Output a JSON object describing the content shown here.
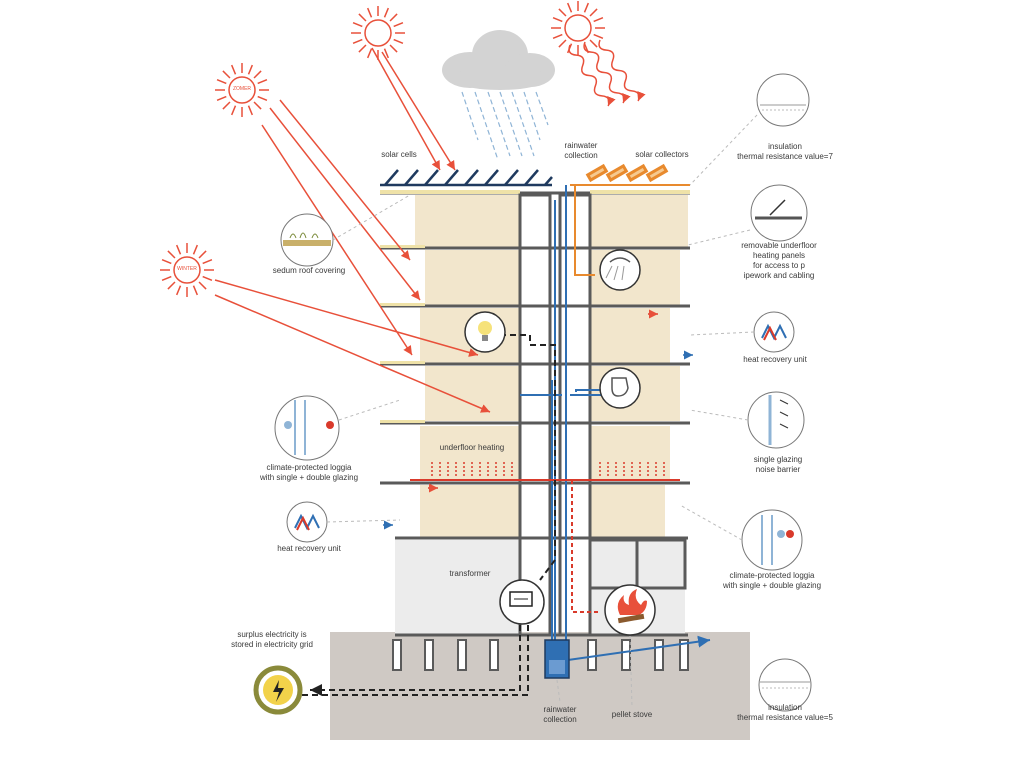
{
  "labels": {
    "solar_cells": "solar cells",
    "rainwater_collection_top": [
      "rainwater",
      "collection"
    ],
    "solar_collectors": "solar collectors",
    "insulation_top": [
      "insulation",
      "thermal resistance value=7"
    ],
    "removable_underfloor": [
      "removable underfloor",
      "heating panels",
      "for access to p",
      "ipework and cabling"
    ],
    "heat_recovery_right": "heat recovery unit",
    "single_glazing": [
      "single glazing",
      "noise barrier"
    ],
    "loggia_right": [
      "climate-protected loggia",
      "with single + double glazing"
    ],
    "insulation_bottom": [
      "insulation",
      "thermal resistance value=5"
    ],
    "sedum_roof": "sedum roof covering",
    "loggia_left": [
      "climate-protected loggia",
      "with single + double glazing"
    ],
    "heat_recovery_left": "heat recovery unit",
    "surplus_electricity": [
      "surplus electricity is",
      "stored in electricity grid"
    ],
    "underfloor_heating": "underfloor heating",
    "transformer": "transformer",
    "rainwater_collection_bottom": [
      "rainwater",
      "collection"
    ],
    "pellet_stove": "pellet stove",
    "sun_zomer": "ZOMER",
    "sun_winter": "WINTER"
  },
  "colors": {
    "sun": "#e8503a",
    "rain": "#8fb4d6",
    "cloud": "#d3d3d3",
    "floor_fill": "#f2e6cc",
    "structure": "#5a5a5a",
    "ground": "#cfc9c4",
    "pipe_blue": "#2f6fb3",
    "pipe_orange": "#e88a2e",
    "heat_red": "#d93a2b",
    "navy": "#1f3a5f",
    "grid_ring": "#8a8a3a"
  },
  "icons": [
    "sun-icon",
    "cloud-icon",
    "lightbulb-icon",
    "fire-icon",
    "lightning-icon",
    "heat-recovery-icon",
    "toilet-icon",
    "shower-icon"
  ]
}
